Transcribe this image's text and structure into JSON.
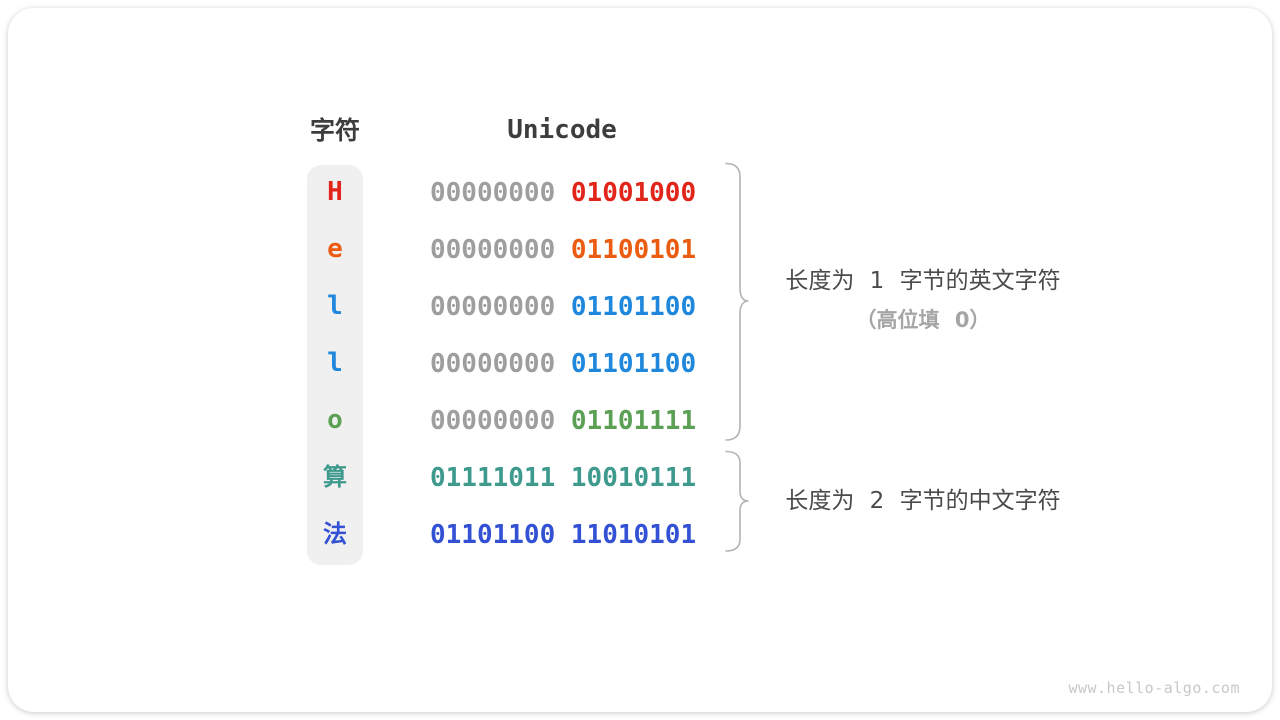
{
  "table": {
    "headers": {
      "char": "字符",
      "unicode": "Unicode"
    },
    "rows": [
      {
        "char": "H",
        "char_color": "#e1251b",
        "byte1": "00000000",
        "byte2": "01001000",
        "byte1_color": "#9e9e9e",
        "byte2_color": "#e1251b"
      },
      {
        "char": "e",
        "char_color": "#ec5c10",
        "byte1": "00000000",
        "byte2": "01100101",
        "byte1_color": "#9e9e9e",
        "byte2_color": "#ec5c10"
      },
      {
        "char": "l",
        "char_color": "#1f87dc",
        "byte1": "00000000",
        "byte2": "01101100",
        "byte1_color": "#9e9e9e",
        "byte2_color": "#1f87dc"
      },
      {
        "char": "l",
        "char_color": "#1f87dc",
        "byte1": "00000000",
        "byte2": "01101100",
        "byte1_color": "#9e9e9e",
        "byte2_color": "#1f87dc"
      },
      {
        "char": "o",
        "char_color": "#5ba054",
        "byte1": "00000000",
        "byte2": "01101111",
        "byte1_color": "#9e9e9e",
        "byte2_color": "#5ba054"
      },
      {
        "char": "算",
        "char_color": "#3f9a8e",
        "byte1": "01111011",
        "byte2": "10010111",
        "byte1_color": "#3f9a8e",
        "byte2_color": "#3f9a8e"
      },
      {
        "char": "法",
        "char_color": "#3351d4",
        "byte1": "01101100",
        "byte2": "11010101",
        "byte1_color": "#3351d4",
        "byte2_color": "#3351d4"
      }
    ]
  },
  "annotations": {
    "english": {
      "line1": "长度为 1 字节的英文字符",
      "line2": "（高位填 0）"
    },
    "chinese": {
      "line1": "长度为 2 字节的中文字符"
    }
  },
  "watermark": "www.hello-algo.com",
  "colors": {
    "zero_gray": "#9e9e9e",
    "header_text": "#3d3d3d",
    "annotation_text": "#4b4b4b",
    "annotation_sub_text": "#a5a5a5",
    "brace_stroke": "#b4b4b4",
    "char_column_bg": "#f0f0f0"
  }
}
